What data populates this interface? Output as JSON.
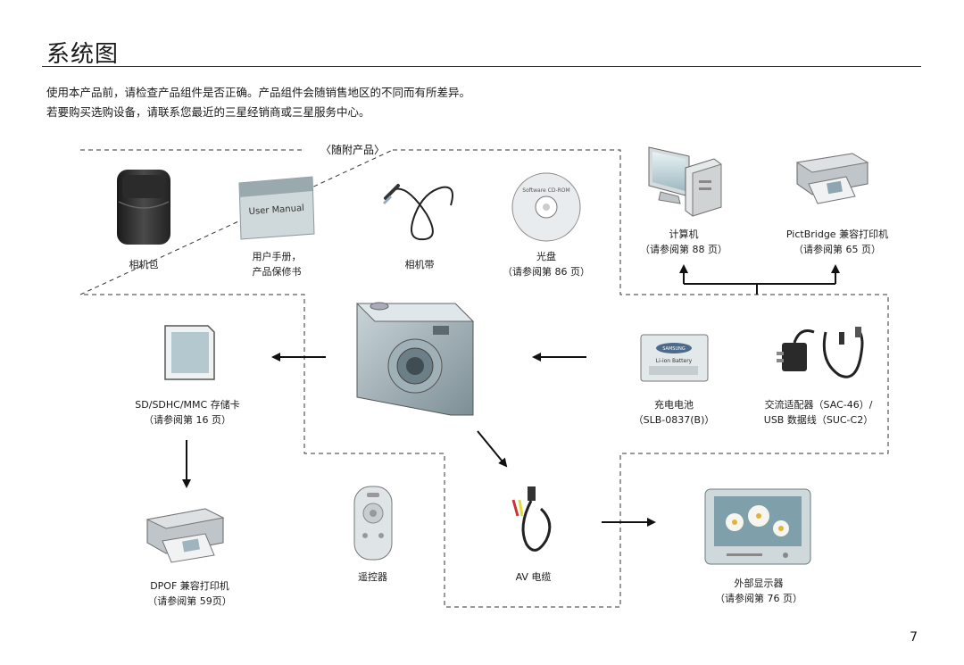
{
  "title": "系统图",
  "intro": [
    "使用本产品前，请检查产品组件是否正确。产品组件会随销售地区的不同而有所差异。",
    "若要购买选购设备，请联系您最近的三星经销商或三星服务中心。"
  ],
  "included_section_label": "〈随附产品〉",
  "items": {
    "camera_case": "相机包",
    "user_manual_label": [
      "用户手册，",
      "产品保修书"
    ],
    "manual_cover_text": "User Manual",
    "strap": "相机带",
    "cd": [
      "光盘",
      "（请参阅第 86 页）"
    ],
    "cd_disc_text": "Software CD-ROM",
    "computer": [
      "计算机",
      "（请参阅第 88 页）"
    ],
    "pictbridge_printer": [
      "PictBridge 兼容打印机",
      "（请参阅第 65 页）"
    ],
    "sd_card": [
      "SD/SDHC/MMC 存储卡",
      "（请参阅第 16 页）"
    ],
    "battery": [
      "充电电池",
      "（SLB-0837(B)）"
    ],
    "battery_brand": "SAMSUNG",
    "battery_type": "Li-ion Battery",
    "adapter": [
      "交流适配器（SAC-46）/",
      "USB 数据线（SUC-C2）"
    ],
    "dpof_printer": [
      "DPOF 兼容打印机",
      "（请参阅第 59页）"
    ],
    "remote": "遥控器",
    "av_cable": "AV 电缆",
    "monitor": [
      "外部显示器",
      "（请参阅第 76 页）"
    ]
  },
  "page_number": "7"
}
